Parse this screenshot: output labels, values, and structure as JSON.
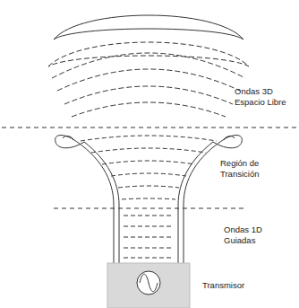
{
  "diagram": {
    "labels": [
      "Ondas 3D Espacio Libre",
      "Región de Transición",
      "Ondas 1D Guiadas",
      "Transmisor"
    ]
  }
}
